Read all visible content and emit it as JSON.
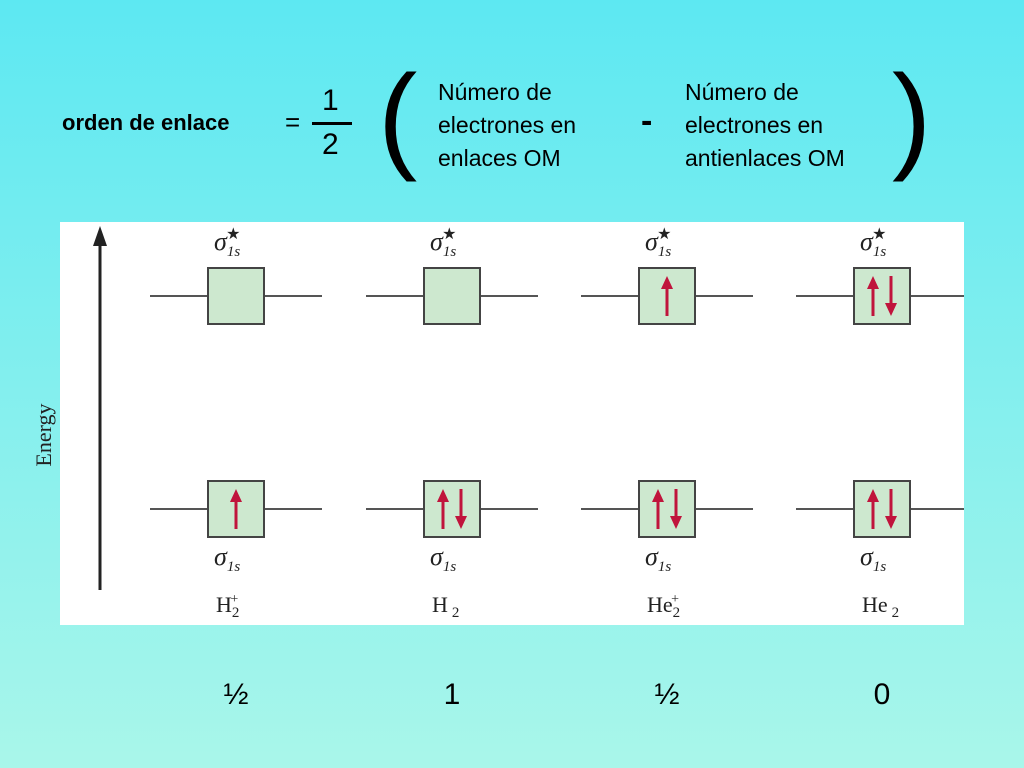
{
  "formula": {
    "label": "orden de enlace",
    "equals": "=",
    "numerator": "1",
    "denominator": "2",
    "open_paren": "(",
    "close_paren": ")",
    "minus": "-",
    "bonding_term": [
      "Número de",
      "electrones en",
      "enlaces OM"
    ],
    "antibonding_term": [
      "Número de",
      "electrones en",
      "antienlaces OM"
    ]
  },
  "diagram": {
    "axis_label": "Energy",
    "antibonding_symbol": "σ",
    "antibonding_subscript": "1s",
    "antibonding_star": "★",
    "bonding_symbol": "σ",
    "bonding_subscript": "1s",
    "box_fill": "#cde8cf",
    "arrow_color": "#c0143c",
    "molecules": [
      {
        "base": "H",
        "sub": "2",
        "sup": "+",
        "antibonding_electrons": 0,
        "bonding_electrons": 1,
        "bond_order": "½"
      },
      {
        "base": "H",
        "sub": "2",
        "sup": "",
        "antibonding_electrons": 0,
        "bonding_electrons": 2,
        "bond_order": "1"
      },
      {
        "base": "He",
        "sub": "2",
        "sup": "+",
        "antibonding_electrons": 1,
        "bonding_electrons": 2,
        "bond_order": "½"
      },
      {
        "base": "He",
        "sub": "2",
        "sup": "",
        "antibonding_electrons": 2,
        "bonding_electrons": 2,
        "bond_order": "0"
      }
    ]
  }
}
